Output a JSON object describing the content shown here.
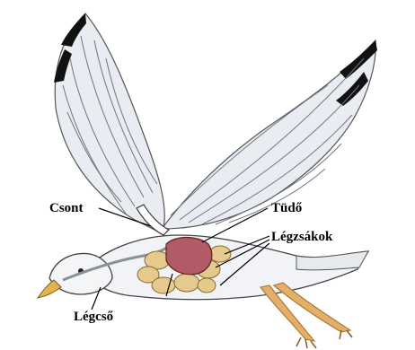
{
  "labels": {
    "bone": "Csont",
    "lung": "Tüdő",
    "air_sacs": "Légzsákok",
    "trachea": "Légcső"
  },
  "colors": {
    "wing_fill": "#e9ecf1",
    "wing_tip": "#111111",
    "feather_line": "#6f7784",
    "body_fill": "#f1f3f6",
    "lung": "#b15b66",
    "air_sac": "#e6c98c",
    "beak": "#e0b44e",
    "legs": "#e2b06a",
    "leader_line": "#000000"
  },
  "icons": [
    "seagull-illustration"
  ]
}
